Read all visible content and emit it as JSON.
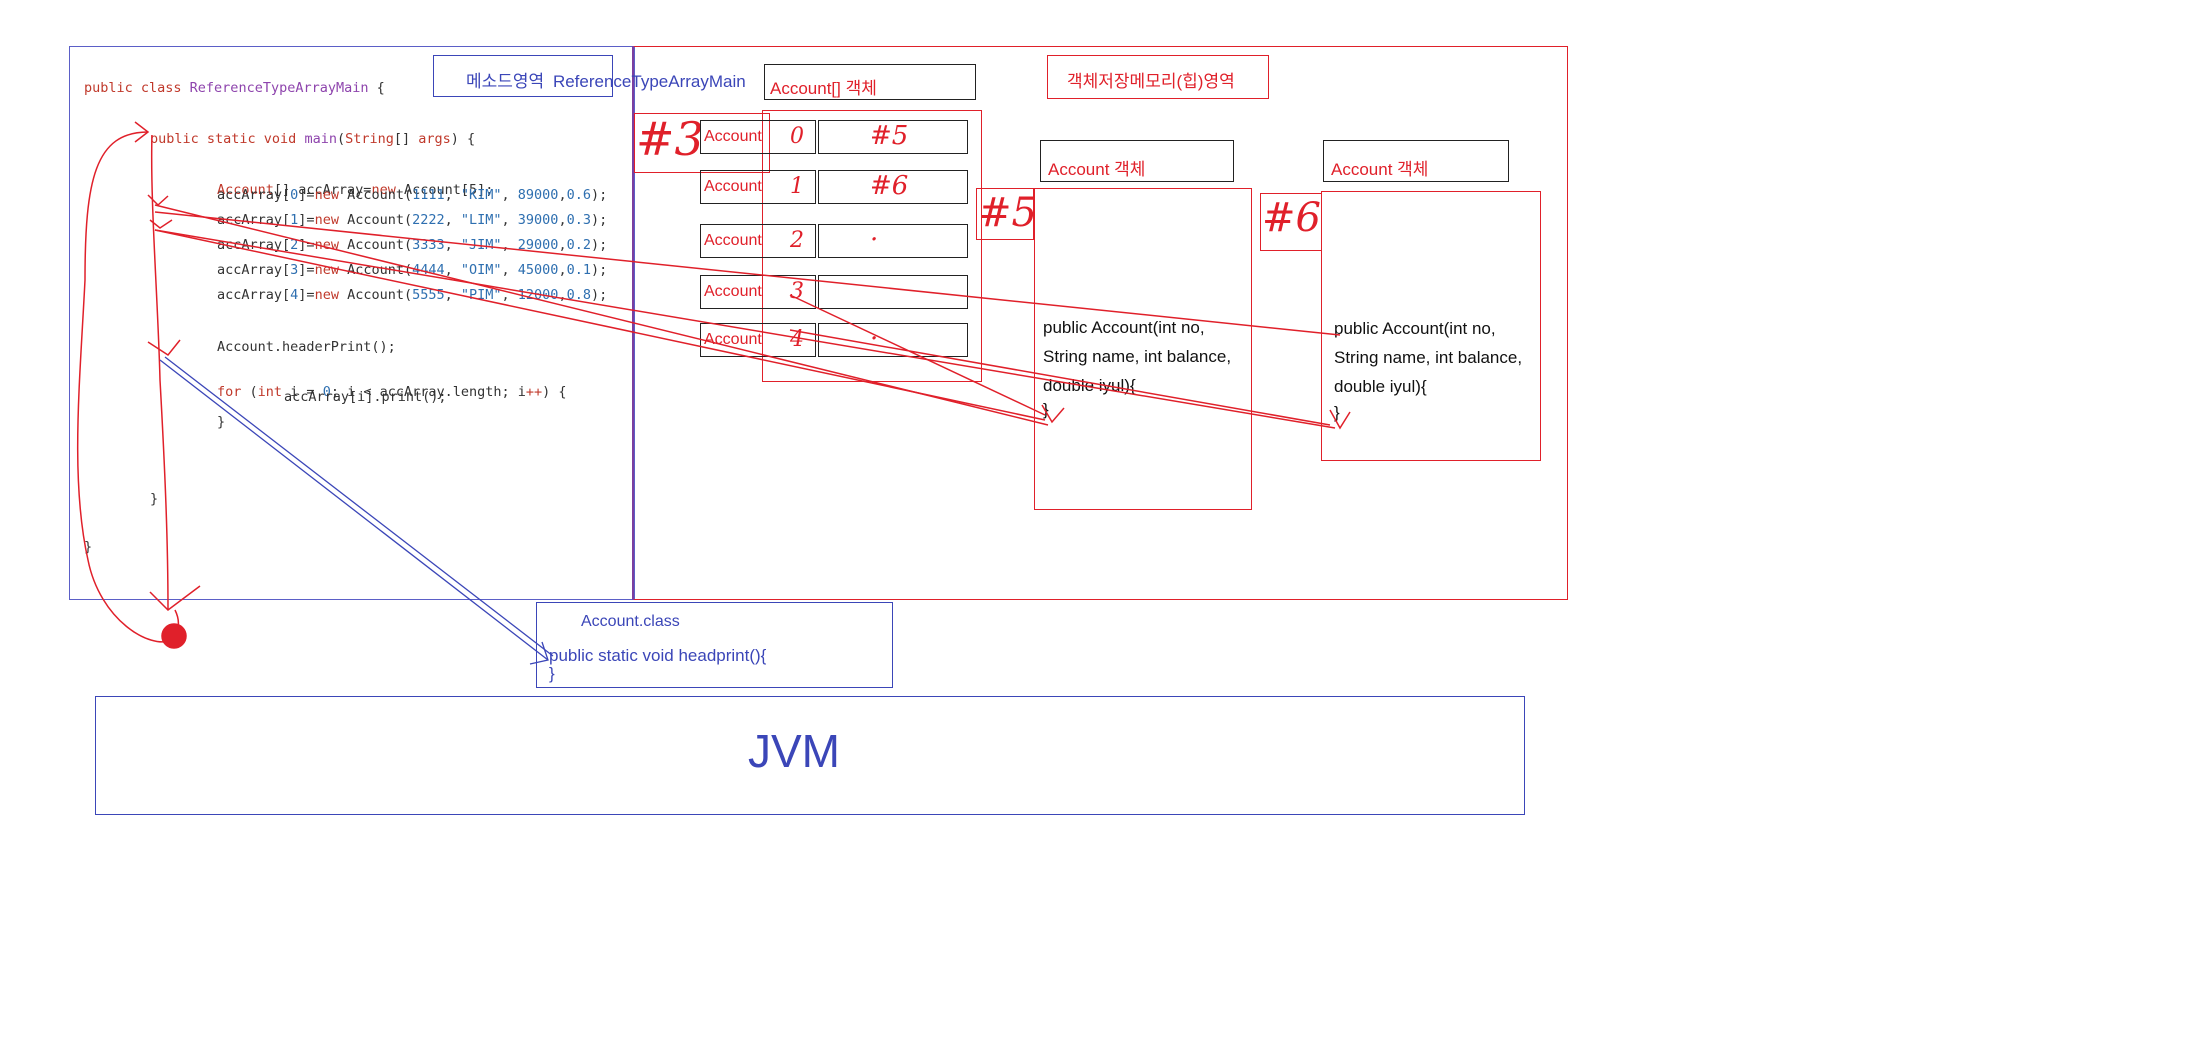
{
  "code": {
    "line_class": [
      "public class ",
      "ReferenceTypeArrayMain",
      " {"
    ],
    "line_main": [
      "public static void ",
      "main",
      "(",
      "String",
      "[] ",
      "args",
      ") {"
    ],
    "line_arr": [
      "Account",
      "[] accArray=",
      "new",
      " ",
      "Account",
      "[5];"
    ],
    "rows": [
      {
        "idx": "0",
        "no": "1111",
        "name": "\"KIM\"",
        "bal": "89000",
        "rate": "0.6"
      },
      {
        "idx": "1",
        "no": "2222",
        "name": "\"LIM\"",
        "bal": "39000",
        "rate": "0.3"
      },
      {
        "idx": "2",
        "no": "3333",
        "name": "\"JIM\"",
        "bal": "29000",
        "rate": "0.2"
      },
      {
        "idx": "3",
        "no": "4444",
        "name": "\"OIM\"",
        "bal": "45000",
        "rate": "0.1"
      },
      {
        "idx": "4",
        "no": "5555",
        "name": "\"PIM\"",
        "bal": "12000",
        "rate": "0.8"
      }
    ],
    "line_header": "Account.headerPrint();",
    "line_for": [
      "for",
      " (",
      "int",
      " i = ",
      "0",
      "; i < accArray.length; i",
      "++",
      ") {"
    ],
    "line_print": "accArray[i].print();",
    "close_brace": "}"
  },
  "method_area": {
    "label": "메소드영역",
    "class_name": "ReferenceTypeArrayMain"
  },
  "heap": {
    "label": "객체저장메모리(힙)영역",
    "array_title": "Account[] 객체",
    "array_ref": "#3",
    "slots": [
      {
        "type": "Account",
        "index": "0",
        "value": "#5"
      },
      {
        "type": "Account",
        "index": "1",
        "value": "#6"
      },
      {
        "type": "Account",
        "index": "2",
        "value": "·"
      },
      {
        "type": "Account",
        "index": "3",
        "value": ""
      },
      {
        "type": "Account",
        "index": "4",
        "value": "·"
      }
    ],
    "objects": [
      {
        "title": "Account 객체",
        "ref": "#5",
        "constructor": "public Account(int no,\nString name, int balance,\ndouble iyul){",
        "brace": "}"
      },
      {
        "title": "Account 객체",
        "ref": "#6",
        "constructor": "public Account(int no,\nString name, int balance,\ndouble iyul){",
        "brace": "}"
      }
    ]
  },
  "account_class": {
    "title": "Account.class",
    "method": "public static void headprint(){",
    "brace": "}"
  },
  "jvm": {
    "label": "JVM"
  },
  "colors": {
    "red": "#e0202a",
    "blue": "#3b46b8"
  }
}
